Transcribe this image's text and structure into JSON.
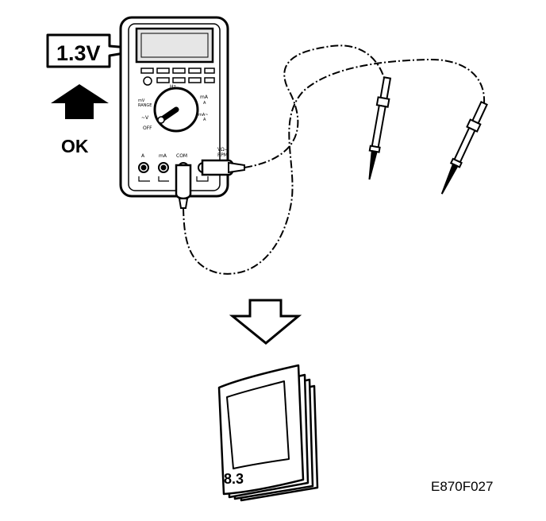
{
  "reading": {
    "value": "1.3V"
  },
  "status": {
    "label": "OK"
  },
  "meter": {
    "dial_labels": [
      "Hz",
      "mV",
      "RANGE",
      "~V",
      "OFF",
      "mA",
      "A",
      "mA~",
      "A"
    ],
    "jack_labels": [
      "A",
      "mA",
      "COM",
      "VΩ→",
      "RPM"
    ]
  },
  "manual": {
    "section": "8.3"
  },
  "figure": {
    "code": "E870F027"
  },
  "colors": {
    "ink": "#000000",
    "paper": "#ffffff",
    "display": "#e6e6e6"
  },
  "icons": [
    "up-arrow-icon",
    "down-arrow-icon",
    "manual-book-icon",
    "multimeter-icon",
    "test-probe-icon"
  ]
}
